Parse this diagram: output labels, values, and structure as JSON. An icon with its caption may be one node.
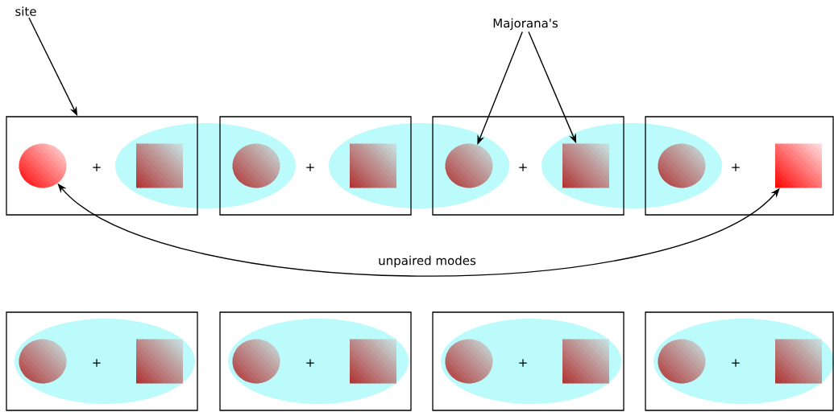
{
  "diagram": {
    "nodes": [
      {
        "text": [
          "site"
        ]
      },
      {
        "text": [
          "Majorana's"
        ]
      },
      {
        "text": [
          "+"
        ]
      },
      {
        "text": [],
        "shape": "circle",
        "in": 2
      },
      {
        "text": [],
        "shape": "box"
      },
      {
        "text": [],
        "shape": "ellipse"
      },
      {
        "text": [
          "+"
        ]
      },
      {
        "text": [],
        "shape": "circle"
      },
      {
        "text": [],
        "shape": "box"
      },
      {
        "text": [],
        "shape": "ellipse"
      },
      {
        "text": [
          "+"
        ]
      },
      {
        "text": [],
        "shape": "circle"
      },
      {
        "text": [],
        "shape": "box"
      },
      {
        "text": [],
        "shape": "ellipse"
      },
      {
        "text": [
          "+"
        ]
      },
      {
        "text": [],
        "shape": "circle"
      },
      {
        "text": [],
        "shape": "box",
        "in": 14
      },
      {
        "text": [],
        "shape": "box"
      },
      {
        "text": [
          "+"
        ],
        "in": 17
      },
      {
        "text": [],
        "shape": "circle",
        "in": 18
      },
      {
        "text": [],
        "shape": "box",
        "in": 18
      },
      {
        "text": [],
        "shape": "box"
      },
      {
        "text": [
          "+"
        ],
        "in": 21
      },
      {
        "text": [],
        "shape": "circle",
        "in": 22
      },
      {
        "text": [],
        "shape": "box",
        "in": 22
      },
      {
        "text": [],
        "shape": "box"
      },
      {
        "text": [
          "+"
        ],
        "in": 25
      },
      {
        "text": [],
        "shape": "circle",
        "in": 26
      },
      {
        "text": [],
        "shape": "box",
        "in": 26
      },
      {
        "text": [],
        "shape": "box"
      },
      {
        "text": [
          "+"
        ],
        "in": 29
      },
      {
        "text": [],
        "shape": "circle",
        "in": 30
      },
      {
        "text": [],
        "shape": "box",
        "in": 30
      }
    ],
    "edges": [
      {
        "from": 0,
        "to": 2,
        "arrow": "to"
      },
      {
        "from": 1,
        "to": 11,
        "arrow": "to"
      },
      {
        "from": 1,
        "to": 12,
        "arrow": "to"
      },
      {
        "from": 3,
        "to": 16,
        "arrow": "both",
        "label": "unpaired modes"
      }
    ]
  }
}
